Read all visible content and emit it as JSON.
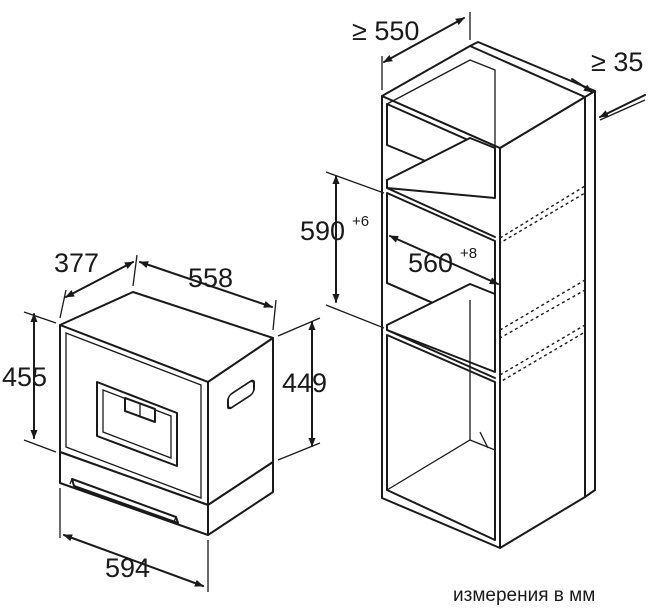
{
  "dimensions": {
    "depth_front": "377",
    "width_top": "558",
    "height_left": "455",
    "height_right": "449",
    "width_bottom": "594",
    "niche_depth": "≥ 550",
    "vent_gap": "≥ 35",
    "niche_height": "590",
    "niche_height_tol": "+6",
    "niche_width": "560",
    "niche_width_tol": "+8"
  },
  "caption": "измерения в мм"
}
